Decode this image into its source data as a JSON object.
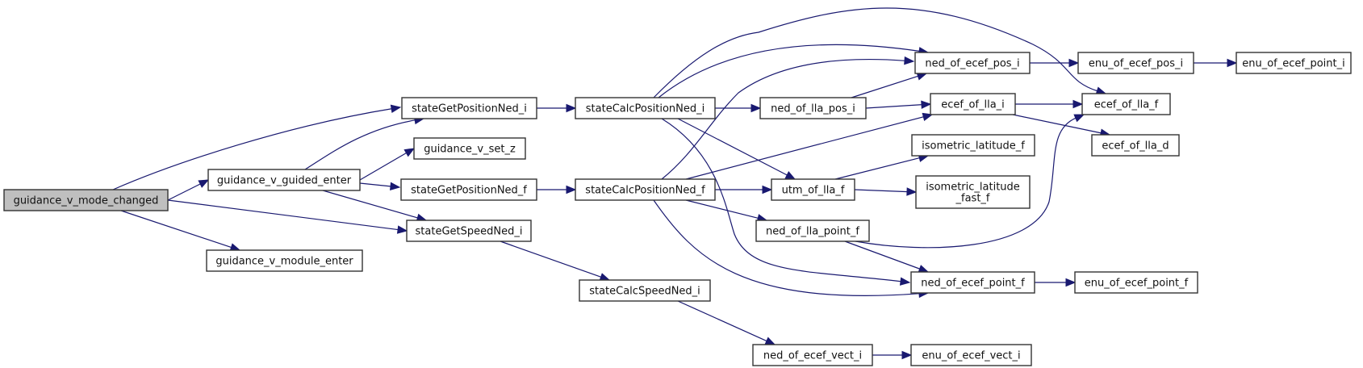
{
  "diagram": {
    "type": "call-graph",
    "root": "guidance_v_mode_changed",
    "colors": {
      "edge": "#191970",
      "node_border": "#333333",
      "root_fill": "#bfbfbf",
      "node_fill": "#ffffff"
    },
    "nodes": [
      {
        "id": "guidance_v_mode_changed",
        "label": [
          "guidance_v_mode_changed"
        ],
        "root": true
      },
      {
        "id": "guidance_v_guided_enter",
        "label": [
          "guidance_v_guided_enter"
        ]
      },
      {
        "id": "guidance_v_module_enter",
        "label": [
          "guidance_v_module_enter"
        ]
      },
      {
        "id": "stateGetPositionNed_i",
        "label": [
          "stateGetPositionNed_i"
        ]
      },
      {
        "id": "guidance_v_set_z",
        "label": [
          "guidance_v_set_z"
        ]
      },
      {
        "id": "stateGetPositionNed_f",
        "label": [
          "stateGetPositionNed_f"
        ]
      },
      {
        "id": "stateGetSpeedNed_i",
        "label": [
          "stateGetSpeedNed_i"
        ]
      },
      {
        "id": "stateCalcPositionNed_i",
        "label": [
          "stateCalcPositionNed_i"
        ]
      },
      {
        "id": "stateCalcPositionNed_f",
        "label": [
          "stateCalcPositionNed_f"
        ]
      },
      {
        "id": "stateCalcSpeedNed_i",
        "label": [
          "stateCalcSpeedNed_i"
        ]
      },
      {
        "id": "ned_of_ecef_pos_i",
        "label": [
          "ned_of_ecef_pos_i"
        ]
      },
      {
        "id": "ned_of_lla_pos_i",
        "label": [
          "ned_of_lla_pos_i"
        ]
      },
      {
        "id": "ecef_of_lla_i",
        "label": [
          "ecef_of_lla_i"
        ]
      },
      {
        "id": "isometric_latitude_f",
        "label": [
          "isometric_latitude_f"
        ]
      },
      {
        "id": "utm_of_lla_f",
        "label": [
          "utm_of_lla_f"
        ]
      },
      {
        "id": "isometric_latitude_fast_f",
        "label": [
          "isometric_latitude",
          "_fast_f"
        ]
      },
      {
        "id": "ned_of_lla_point_f",
        "label": [
          "ned_of_lla_point_f"
        ]
      },
      {
        "id": "ned_of_ecef_point_f",
        "label": [
          "ned_of_ecef_point_f"
        ]
      },
      {
        "id": "ned_of_ecef_vect_i",
        "label": [
          "ned_of_ecef_vect_i"
        ]
      },
      {
        "id": "enu_of_ecef_pos_i",
        "label": [
          "enu_of_ecef_pos_i"
        ]
      },
      {
        "id": "enu_of_ecef_point_i",
        "label": [
          "enu_of_ecef_point_i"
        ]
      },
      {
        "id": "ecef_of_lla_f",
        "label": [
          "ecef_of_lla_f"
        ]
      },
      {
        "id": "ecef_of_lla_d",
        "label": [
          "ecef_of_lla_d"
        ]
      },
      {
        "id": "enu_of_ecef_point_f",
        "label": [
          "enu_of_ecef_point_f"
        ]
      },
      {
        "id": "enu_of_ecef_vect_i",
        "label": [
          "enu_of_ecef_vect_i"
        ]
      }
    ],
    "edges": [
      {
        "from": "guidance_v_mode_changed",
        "to": "stateGetPositionNed_i"
      },
      {
        "from": "guidance_v_mode_changed",
        "to": "guidance_v_guided_enter"
      },
      {
        "from": "guidance_v_mode_changed",
        "to": "stateGetSpeedNed_i"
      },
      {
        "from": "guidance_v_mode_changed",
        "to": "guidance_v_module_enter"
      },
      {
        "from": "guidance_v_guided_enter",
        "to": "stateGetPositionNed_i"
      },
      {
        "from": "guidance_v_guided_enter",
        "to": "guidance_v_set_z"
      },
      {
        "from": "guidance_v_guided_enter",
        "to": "stateGetPositionNed_f"
      },
      {
        "from": "guidance_v_guided_enter",
        "to": "stateGetSpeedNed_i"
      },
      {
        "from": "stateGetPositionNed_i",
        "to": "stateCalcPositionNed_i"
      },
      {
        "from": "stateGetPositionNed_f",
        "to": "stateCalcPositionNed_f"
      },
      {
        "from": "stateGetSpeedNed_i",
        "to": "stateCalcSpeedNed_i"
      },
      {
        "from": "stateCalcPositionNed_i",
        "to": "ecef_of_lla_f"
      },
      {
        "from": "stateCalcPositionNed_i",
        "to": "ned_of_ecef_pos_i"
      },
      {
        "from": "stateCalcPositionNed_i",
        "to": "ned_of_lla_pos_i"
      },
      {
        "from": "stateCalcPositionNed_i",
        "to": "utm_of_lla_f"
      },
      {
        "from": "stateCalcPositionNed_i",
        "to": "ned_of_ecef_point_f"
      },
      {
        "from": "stateCalcPositionNed_f",
        "to": "ned_of_ecef_pos_i"
      },
      {
        "from": "stateCalcPositionNed_f",
        "to": "ecef_of_lla_i"
      },
      {
        "from": "stateCalcPositionNed_f",
        "to": "utm_of_lla_f"
      },
      {
        "from": "stateCalcPositionNed_f",
        "to": "ned_of_lla_point_f"
      },
      {
        "from": "stateCalcPositionNed_f",
        "to": "ned_of_ecef_point_f"
      },
      {
        "from": "stateCalcSpeedNed_i",
        "to": "ned_of_ecef_vect_i"
      },
      {
        "from": "ned_of_lla_pos_i",
        "to": "ned_of_ecef_pos_i"
      },
      {
        "from": "ned_of_lla_pos_i",
        "to": "ecef_of_lla_i"
      },
      {
        "from": "ned_of_ecef_pos_i",
        "to": "enu_of_ecef_pos_i"
      },
      {
        "from": "enu_of_ecef_pos_i",
        "to": "enu_of_ecef_point_i"
      },
      {
        "from": "ecef_of_lla_i",
        "to": "ecef_of_lla_f"
      },
      {
        "from": "ecef_of_lla_i",
        "to": "ecef_of_lla_d"
      },
      {
        "from": "utm_of_lla_f",
        "to": "isometric_latitude_f"
      },
      {
        "from": "utm_of_lla_f",
        "to": "isometric_latitude_fast_f"
      },
      {
        "from": "ned_of_lla_point_f",
        "to": "ecef_of_lla_f"
      },
      {
        "from": "ned_of_lla_point_f",
        "to": "ned_of_ecef_point_f"
      },
      {
        "from": "ned_of_ecef_point_f",
        "to": "enu_of_ecef_point_f"
      },
      {
        "from": "ned_of_ecef_vect_i",
        "to": "enu_of_ecef_vect_i"
      }
    ]
  }
}
